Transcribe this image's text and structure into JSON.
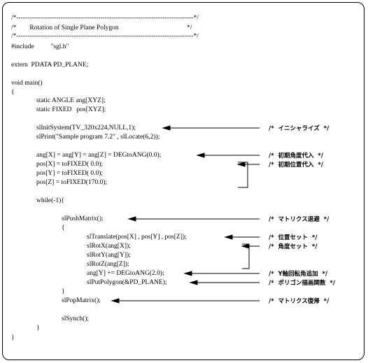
{
  "code_lines": [
    "/*--------------------------------------------------------------------------------*/",
    "/*        Rotation of Single Plane Polygon                                         */",
    "/*--------------------------------------------------------------------------------*/",
    "#include          \"sgl.h\"",
    "extern  PDATA PD_PLANE;",
    "void main()",
    "{",
    "static ANGLE ang[XYZ];",
    "static FIXED   pos[XYZ];",
    "slInitSystem(TV_320x224,NULL,1);",
    "slPrint(\"Sample program 7.2\" , slLocate(6,2));",
    "ang[X] = ang[Y] = ang[Z] = DEGtoANG(0.0);",
    "pos[X] = toFIXED( 0.0);",
    "pos[Y] = toFIXED( 0.0);",
    "pos[Z] = toFIXED(170.0);",
    "while(-1){",
    "slPushMatrix();",
    "{",
    "slTranslate(pos[X] , pos[Y] , pos[Z]);",
    "slRotX(ang[X]);",
    "slRotY(ang[Y]);",
    "slRotZ(ang[Z]);",
    "ang[Y] += DEGtoANG(2.0);",
    "slPutPolygon(&PD_PLANE);",
    "}",
    "slPopMatrix();",
    "slSynch();",
    "}",
    "}"
  ],
  "notes": [
    "/*  イニシャライズ  */",
    "/*  初期角度代入  */",
    "/*  初期位置代入  */",
    "/*  マトリクス退避  */",
    "/*  位置セット  */",
    "/*  角度セット  */",
    "/*  Y軸回転角追加  */",
    "/*  ポリゴン描画関数  */",
    "/*  マトリクス復帰  */"
  ]
}
